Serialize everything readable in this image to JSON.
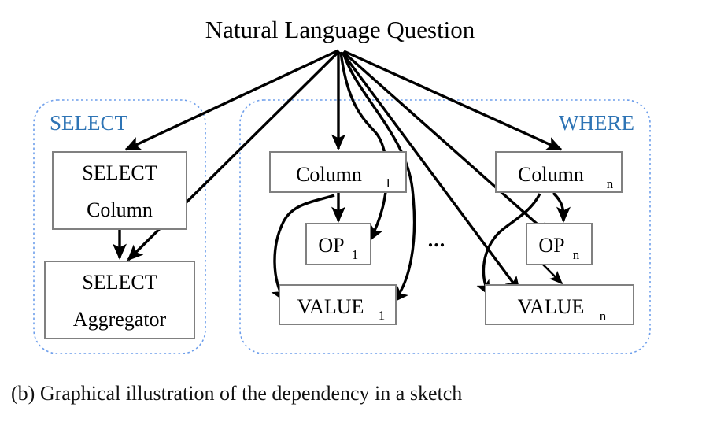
{
  "figure": {
    "title": "Natural Language Question",
    "caption": "(b) Graphical illustration of the dependency in a sketch",
    "ellipsis": "...",
    "accent_blue": "#2e74b5",
    "box_border": "#808080",
    "group_border": "#6d9eeb",
    "edge_color": "#000000"
  },
  "groups": [
    {
      "id": "select-group",
      "label": "SELECT",
      "label_align": "left"
    },
    {
      "id": "where-group",
      "label": "WHERE",
      "label_align": "right"
    }
  ],
  "nodes": [
    {
      "id": "select-column",
      "line1": "SELECT",
      "line2": "Column",
      "sub": ""
    },
    {
      "id": "select-aggregator",
      "line1": "SELECT",
      "line2": "Aggregator",
      "sub": ""
    },
    {
      "id": "column-1",
      "line1": "Column",
      "line2": "",
      "sub": "1"
    },
    {
      "id": "op-1",
      "line1": "OP",
      "line2": "",
      "sub": "1"
    },
    {
      "id": "value-1",
      "line1": "VALUE",
      "line2": "",
      "sub": "1"
    },
    {
      "id": "column-n",
      "line1": "Column",
      "line2": "",
      "sub": "n"
    },
    {
      "id": "op-n",
      "line1": "OP",
      "line2": "",
      "sub": "n"
    },
    {
      "id": "value-n",
      "line1": "VALUE",
      "line2": "",
      "sub": "n"
    }
  ],
  "edges": [
    {
      "from": "question",
      "to": "select-column"
    },
    {
      "from": "question",
      "to": "select-aggregator"
    },
    {
      "from": "question",
      "to": "column-1"
    },
    {
      "from": "question",
      "to": "op-1"
    },
    {
      "from": "question",
      "to": "value-1"
    },
    {
      "from": "question",
      "to": "column-n"
    },
    {
      "from": "question",
      "to": "op-n"
    },
    {
      "from": "question",
      "to": "value-n"
    },
    {
      "from": "select-column",
      "to": "select-aggregator"
    },
    {
      "from": "column-1",
      "to": "op-1"
    },
    {
      "from": "column-1",
      "to": "value-1"
    },
    {
      "from": "column-n",
      "to": "op-n"
    },
    {
      "from": "column-n",
      "to": "value-n"
    },
    {
      "from": "op-n",
      "to": "value-n"
    }
  ]
}
